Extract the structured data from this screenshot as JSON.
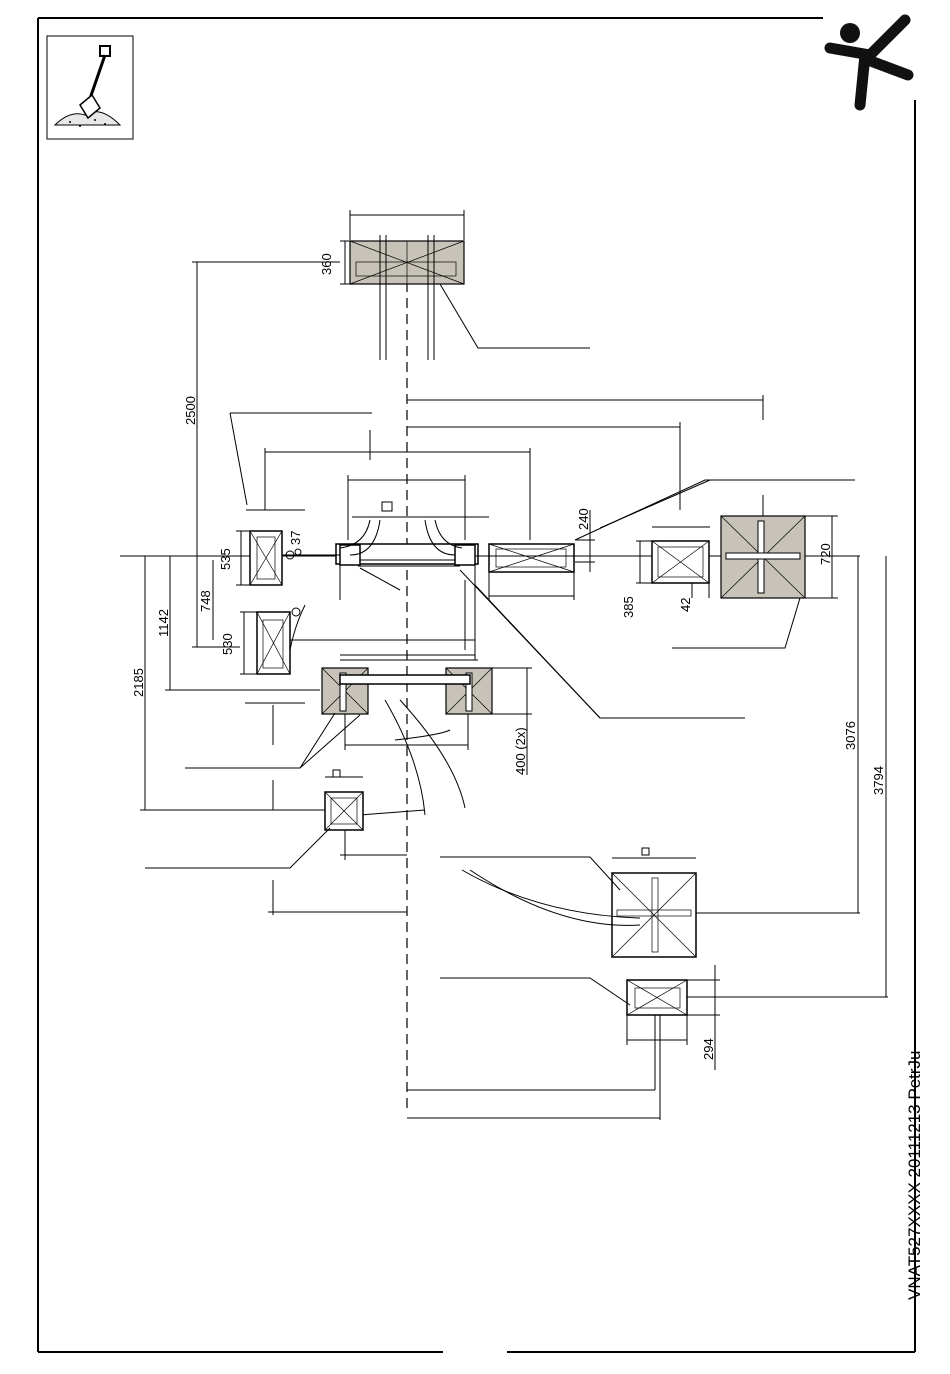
{
  "document": {
    "code": "VNAT527XXXX 20111213 PetrJu",
    "icons": {
      "dig": "shovel-in-sand-icon",
      "brand": "stick-figure-logo-icon"
    }
  },
  "dimensions": {
    "d360": "360",
    "d2500": "2500",
    "d535": "535",
    "d37": "37",
    "d748": "748",
    "d530": "530",
    "d1142": "1142",
    "d2185": "2185",
    "d240": "240",
    "d385": "385",
    "d42": "42",
    "d720": "720",
    "d400": "400 (2x)",
    "d3076": "3076",
    "d3794": "3794",
    "d294": "294"
  }
}
